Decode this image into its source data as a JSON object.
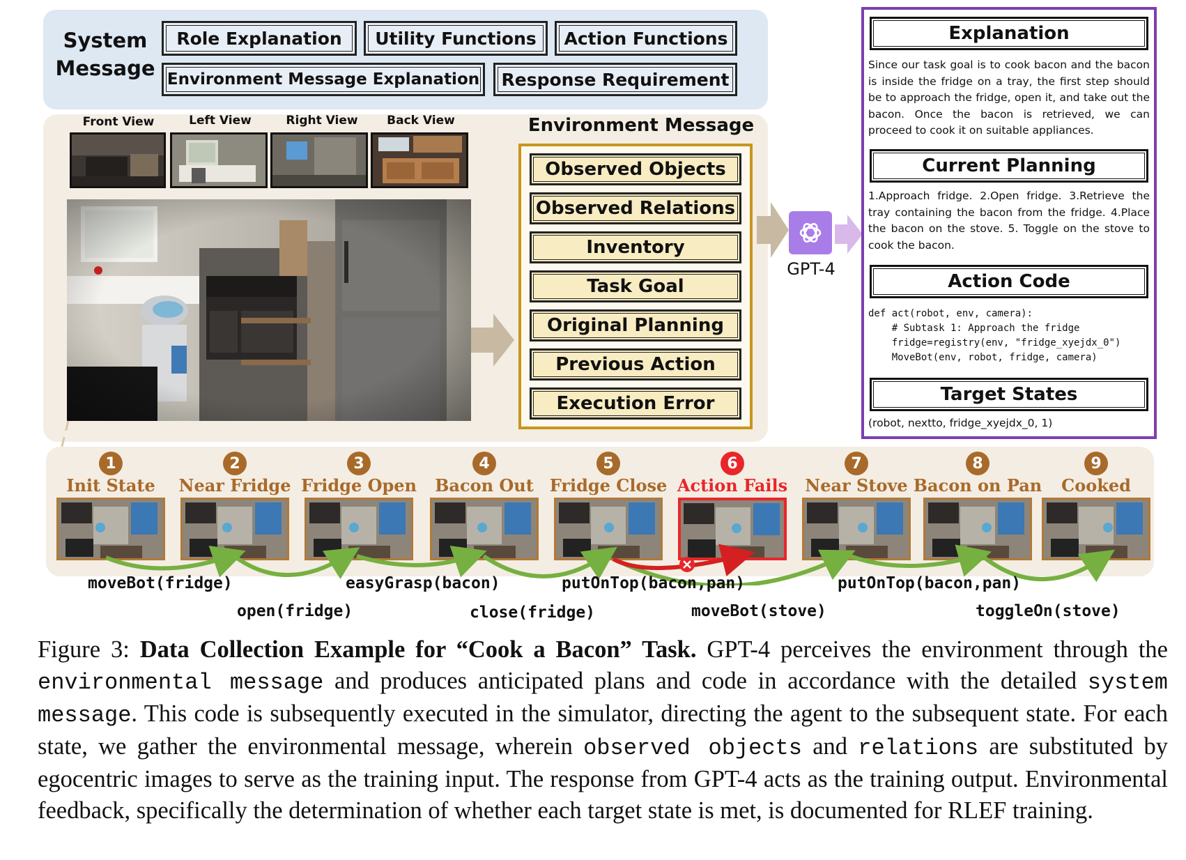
{
  "system_message": {
    "title": "System Message",
    "items": [
      "Role Explanation",
      "Utility Functions",
      "Action Functions",
      "Environment Message Explanation",
      "Response Requirement"
    ]
  },
  "views": [
    "Front View",
    "Left View",
    "Right View",
    "Back View"
  ],
  "environment_message": {
    "title": "Environment Message",
    "items": [
      "Observed Objects",
      "Observed Relations",
      "Inventory",
      "Task Goal",
      "Original Planning",
      "Previous Action",
      "Execution Error"
    ]
  },
  "gpt_label": "GPT-4",
  "response": {
    "explanation_title": "Explanation",
    "explanation_text": "Since our task goal is to cook bacon and the bacon is inside the fridge on a tray, the first step should be to approach the fridge, open it, and take out the bacon. Once the bacon is retrieved, we can proceed to cook it on suitable appliances.",
    "planning_title": "Current Planning",
    "planning_text": "1.Approach fridge. 2.Open fridge. 3.Retrieve the tray containing the bacon from the fridge. 4.Place the bacon on the stove. 5. Toggle on the stove to cook the bacon.",
    "code_title": "Action Code",
    "code_text": "def act(robot, env, camera):\n    # Subtask 1: Approach the fridge\n    fridge=registry(env, \"fridge_xyejdx_0\")\n    MoveBot(env, robot, fridge, camera)",
    "target_title": "Target States",
    "target_text": "(robot, nextto, fridge_xyejdx_0, 1)"
  },
  "steps": [
    {
      "num": "1",
      "label": "Init State"
    },
    {
      "num": "2",
      "label": "Near Fridge"
    },
    {
      "num": "3",
      "label": "Fridge Open"
    },
    {
      "num": "4",
      "label": "Bacon Out"
    },
    {
      "num": "5",
      "label": "Fridge Close"
    },
    {
      "num": "6",
      "label": "Action Fails"
    },
    {
      "num": "7",
      "label": "Near Stove"
    },
    {
      "num": "8",
      "label": "Bacon on Pan"
    },
    {
      "num": "9",
      "label": "Cooked"
    }
  ],
  "actions_top": [
    "moveBot(fridge)",
    "easyGrasp(bacon)",
    "putOnTop(bacon,pan)",
    "putOnTop(bacon,pan)"
  ],
  "actions_bottom": [
    "open(fridge)",
    "close(fridge)",
    "moveBot(stove)",
    "toggleOn(stove)"
  ],
  "caption": {
    "prefix": "Figure 3: ",
    "bold": "Data Collection Example for “Cook a Bacon” Task.",
    "t1": " GPT-4 perceives the environment through the ",
    "m1": "environmental message",
    "t2": " and produces anticipated plans and code in accordance with the detailed ",
    "m2": "system message",
    "t3": ". This code is subsequently executed in the simulator, directing the agent to the subsequent state. For each state, we gather the environmental message, wherein ",
    "m3": "observed objects",
    "t4": " and ",
    "m4": "relations",
    "t5": " are substituted by egocentric images to serve as the training input. The response from GPT-4 acts as the training output. Environmental feedback, specifically the determination of whether each target state is met, is documented for RLEF training."
  },
  "colors": {
    "brown": "#a86a2a",
    "red": "#e8262a",
    "green": "#76b041",
    "purple": "#7b3fb0",
    "gold": "#c8961e",
    "gpt": "#a97de8"
  }
}
